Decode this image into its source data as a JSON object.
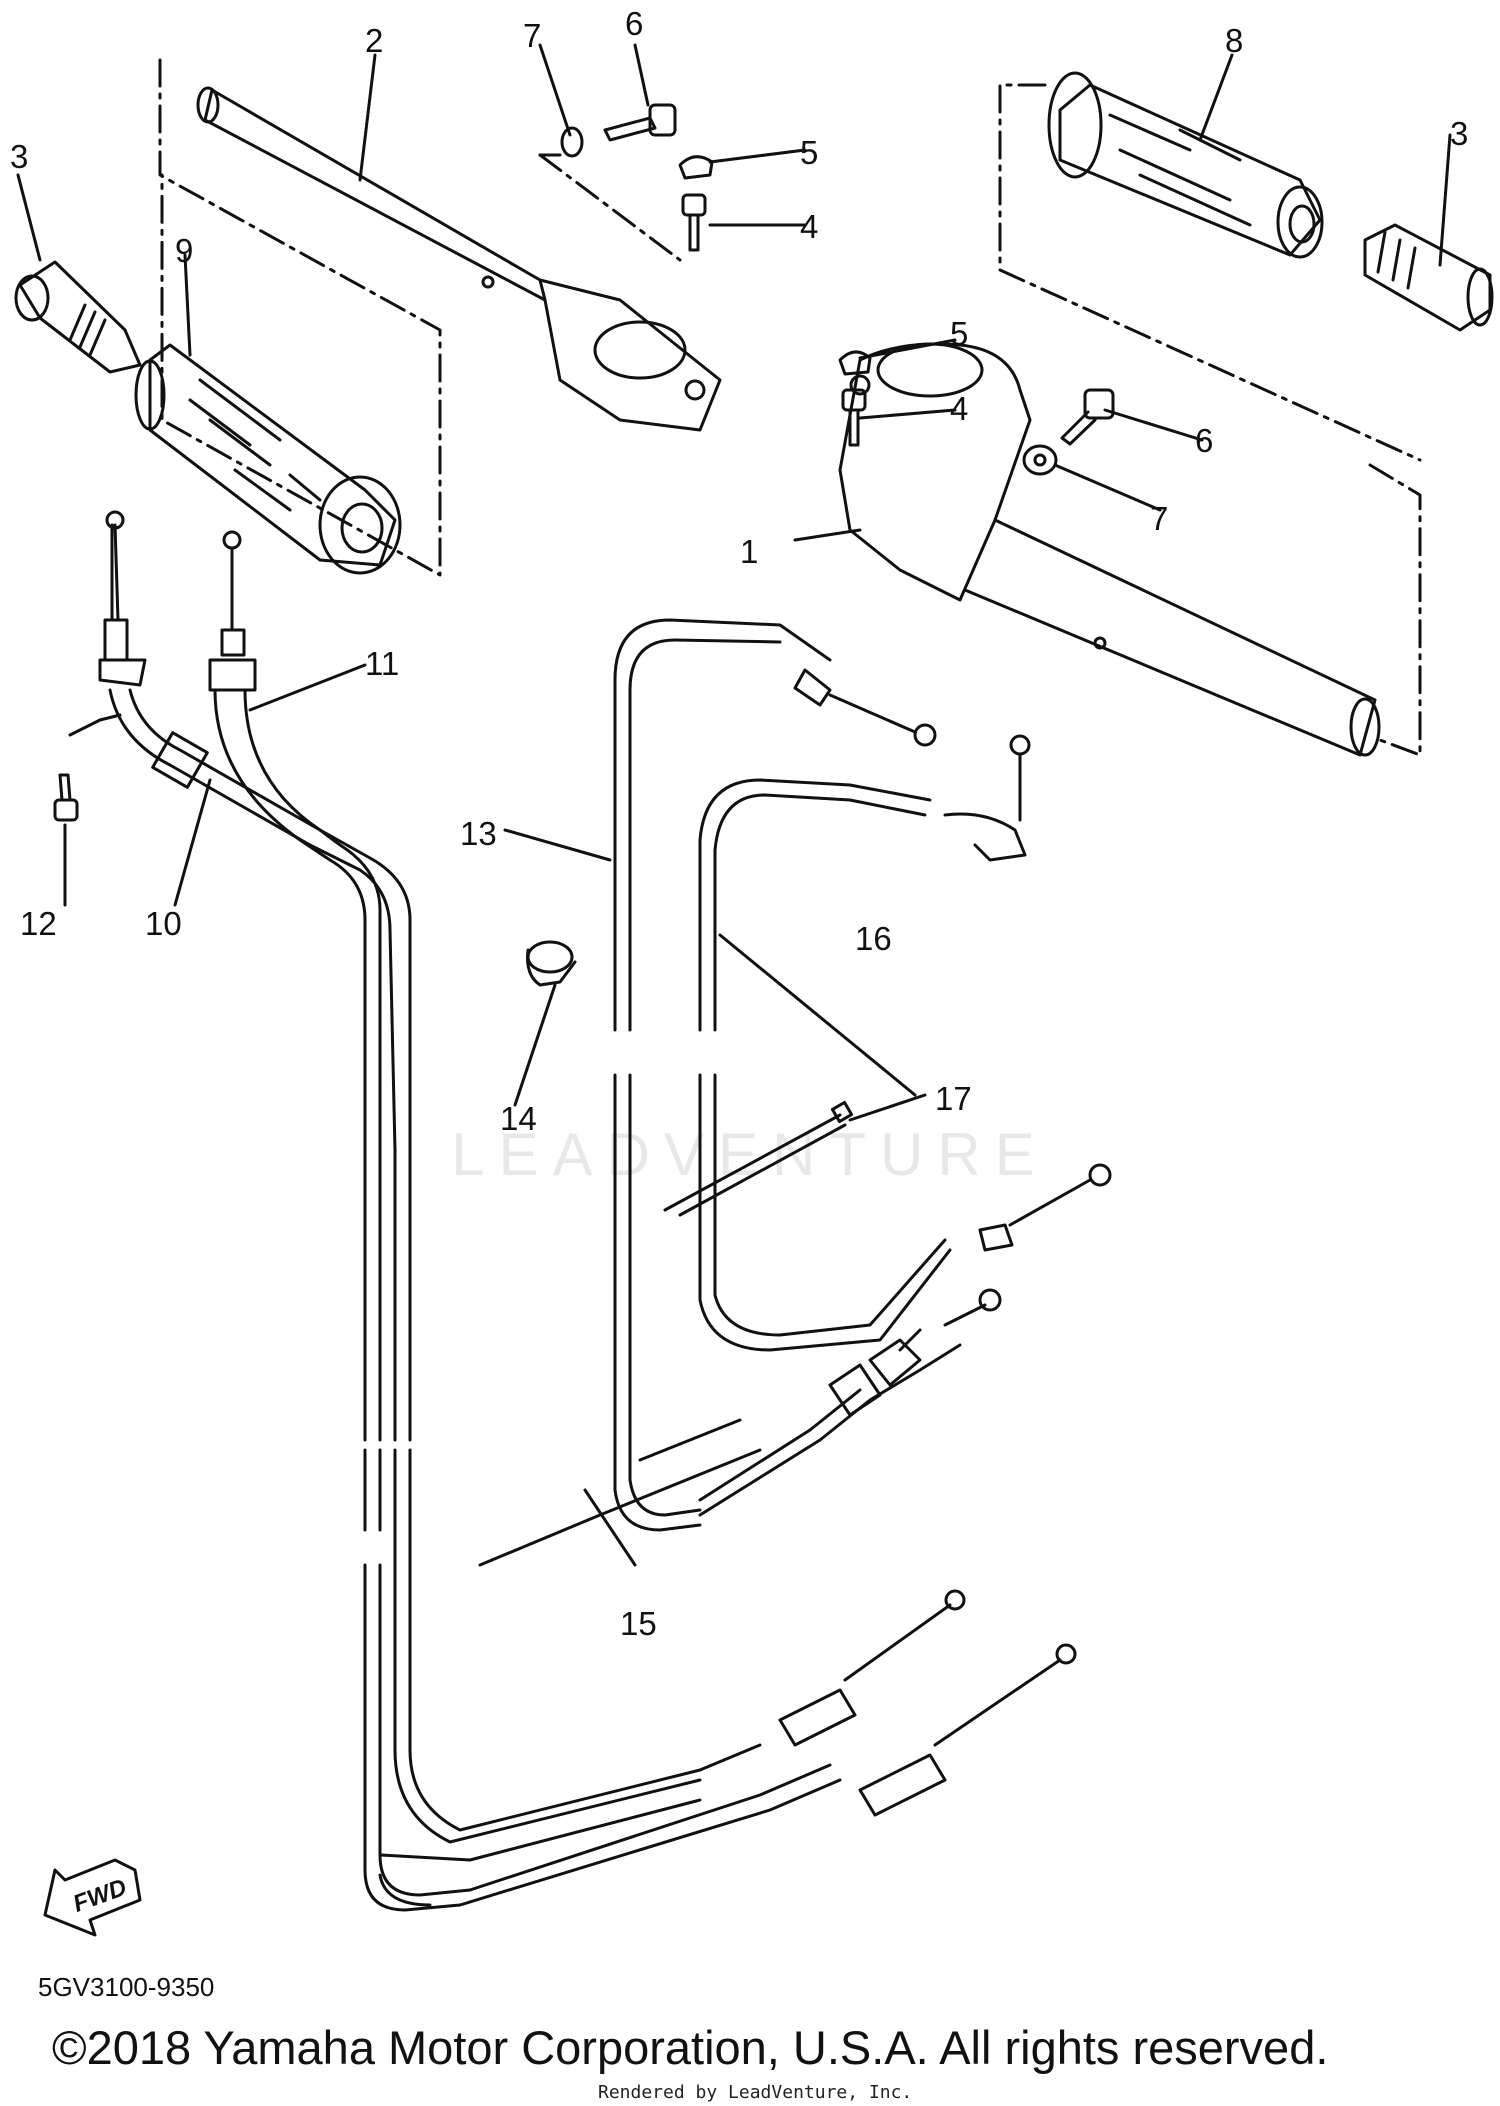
{
  "callouts": [
    "1",
    "2",
    "3",
    "3",
    "4",
    "4",
    "5",
    "5",
    "6",
    "6",
    "7",
    "7",
    "8",
    "9",
    "10",
    "11",
    "12",
    "13",
    "14",
    "15",
    "16",
    "17"
  ],
  "reference_code": "5GV3100-9350",
  "fwd_label": "FWD",
  "watermark": "LEADVENTURE",
  "copyright": "©2018 Yamaha Motor Corporation, U.S.A. All rights reserved.",
  "rendered_by": "Rendered by LeadVenture, Inc."
}
